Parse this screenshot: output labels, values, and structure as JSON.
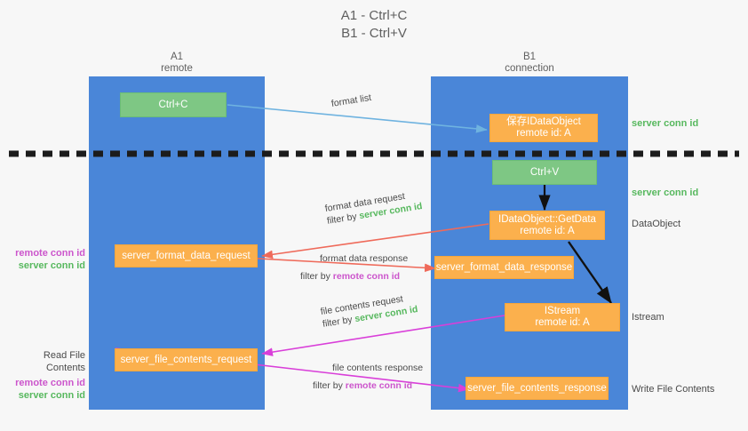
{
  "title": {
    "line1": "A1 - Ctrl+C",
    "line2": "B1 - Ctrl+V"
  },
  "colors": {
    "lane": "#4a86d8",
    "green_node": "#7ec784",
    "orange_node": "#fbb04d",
    "server_conn_id": "#57b85e",
    "remote_conn_id": "#cc55cc",
    "blue_arrow": "#6fb3e0",
    "red_arrow": "#ef6a5a",
    "magenta_arrow": "#d93fd9",
    "black_arrow": "#1a1a1a",
    "text": "#4a4a4a"
  },
  "lanes": [
    {
      "name": "A1",
      "sub": "remote"
    },
    {
      "name": "B1",
      "sub": "connection"
    }
  ],
  "nodes": [
    {
      "id": "ctrl-c",
      "label": "Ctrl+C",
      "kind": "green"
    },
    {
      "id": "idataobject-save",
      "label": "保存IDataObject\nremote id: A",
      "kind": "orange"
    },
    {
      "id": "ctrl-v",
      "label": "Ctrl+V",
      "kind": "green"
    },
    {
      "id": "idataobject-getdata",
      "label": "IDataObject::GetData\nremote id: A",
      "kind": "orange"
    },
    {
      "id": "server-format-data-request",
      "label": "server_format_data_request",
      "kind": "orange"
    },
    {
      "id": "server-format-data-response",
      "label": "server_format_data_response",
      "kind": "orange"
    },
    {
      "id": "istream",
      "label": "IStream\nremote id: A",
      "kind": "orange"
    },
    {
      "id": "server-file-contents-request",
      "label": "server_file_contents_request",
      "kind": "orange"
    },
    {
      "id": "server-file-contents-response",
      "label": "server_file_contents_response",
      "kind": "orange"
    }
  ],
  "edge_labels": [
    {
      "id": "format-list",
      "text": "format list",
      "filter_prefix": "",
      "filter_key": ""
    },
    {
      "id": "format-data-request",
      "text": "format data request",
      "filter_prefix": "filter by",
      "filter_key": "server conn id",
      "filter_kind": "server"
    },
    {
      "id": "format-data-response",
      "text": "format data response",
      "filter_prefix": "filter by",
      "filter_key": "remote conn id",
      "filter_kind": "remote"
    },
    {
      "id": "file-contents-request",
      "text": "file contents request",
      "filter_prefix": "filter by",
      "filter_key": "server conn id",
      "filter_kind": "server"
    },
    {
      "id": "file-contents-response",
      "text": "file contents response",
      "filter_prefix": "filter by",
      "filter_key": "remote conn id",
      "filter_kind": "remote"
    }
  ],
  "left_annotations": [
    {
      "id": "left-conn-ids-top",
      "remote": "remote conn id",
      "server": "server conn id"
    },
    {
      "id": "read-file-contents",
      "heading": "Read File Contents",
      "remote": "remote conn id",
      "server": "server conn id"
    }
  ],
  "right_annotations": [
    {
      "id": "right-server-conn-id-1",
      "text": "server conn id",
      "kind": "server"
    },
    {
      "id": "right-server-conn-id-2",
      "text": "server conn id",
      "kind": "server"
    },
    {
      "id": "right-dataobject",
      "text": "DataObject",
      "kind": "plain"
    },
    {
      "id": "right-istream",
      "text": "Istream",
      "kind": "plain"
    },
    {
      "id": "right-write-file",
      "text": "Write File Contents",
      "kind": "plain"
    }
  ]
}
